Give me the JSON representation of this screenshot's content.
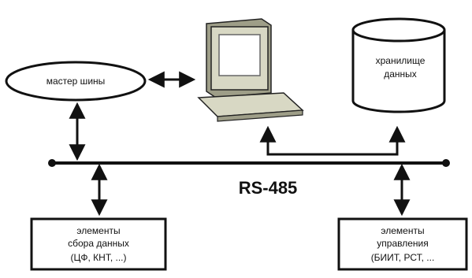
{
  "diagram": {
    "bus_label": "RS-485",
    "bus_master": {
      "label": "мастер шины"
    },
    "storage": {
      "label_line1": "хранилище",
      "label_line2": "данных"
    },
    "collectors": {
      "line1": "элементы",
      "line2": "сбора данных",
      "line3": "(ЦФ, КНТ, ...)"
    },
    "controllers": {
      "line1": "элементы",
      "line2": "управления",
      "line3": "(БИИТ, РСТ, ..."
    },
    "computer": {
      "icon": "computer-icon"
    },
    "colors": {
      "stroke": "#111111",
      "monitor_body": "#d8d8c4",
      "monitor_shadow": "#9e9e88",
      "screen": "#ffffff",
      "background": "#ffffff"
    }
  }
}
